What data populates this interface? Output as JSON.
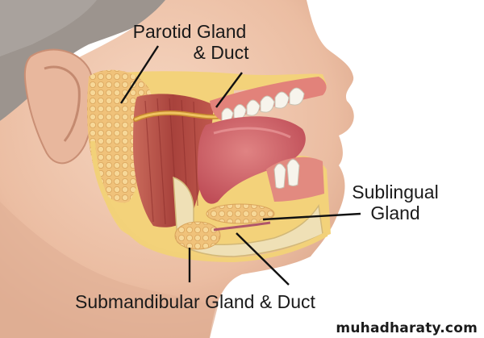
{
  "labels": {
    "parotid_line1": "Parotid Gland",
    "parotid_line2": "& Duct",
    "sublingual_line1": "Sublingual",
    "sublingual_line2": "Gland",
    "submandibular": "Submandibular Gland & Duct"
  },
  "watermark": "muhadharaty.com",
  "colors": {
    "skin": "#efc7ae",
    "skin_shadow": "#d9a88d",
    "muscle": "#b5463f",
    "tongue": "#d2646a",
    "gland": "#f1c77a",
    "gum": "#e38f86",
    "tooth": "#f6f3ea",
    "bone": "#efe0b8",
    "hair": "#9a948f",
    "leader_line": "#111111"
  }
}
